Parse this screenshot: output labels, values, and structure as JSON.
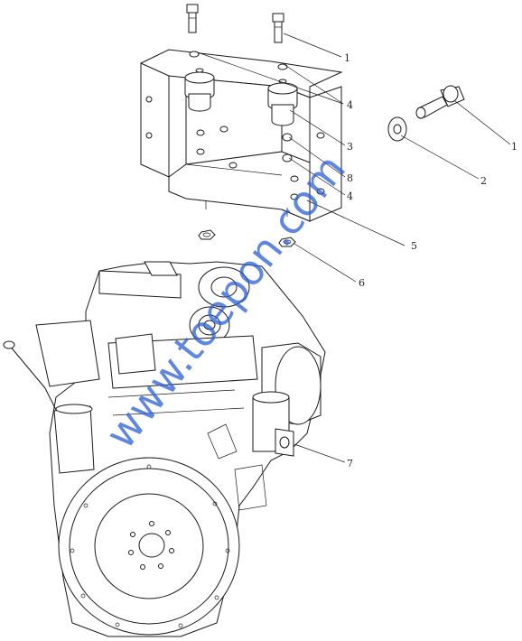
{
  "callouts": [
    {
      "id": "c1a",
      "label": "1"
    },
    {
      "id": "c1b",
      "label": "1"
    },
    {
      "id": "c2",
      "label": "2"
    },
    {
      "id": "c3",
      "label": "3"
    },
    {
      "id": "c4a",
      "label": "4"
    },
    {
      "id": "c4b",
      "label": "4"
    },
    {
      "id": "c5",
      "label": "5"
    },
    {
      "id": "c6",
      "label": "6"
    },
    {
      "id": "c7",
      "label": "7"
    },
    {
      "id": "c8",
      "label": "8"
    }
  ],
  "watermark": {
    "text": "www.toepon.com",
    "color": "#2b5fd6"
  }
}
